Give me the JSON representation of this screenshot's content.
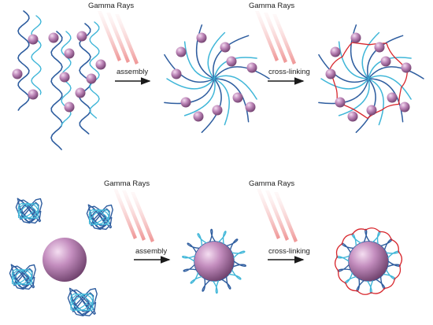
{
  "figure": {
    "top_row": {
      "gamma_label_1": "Gamma Rays",
      "gamma_label_2": "Gamma Rays",
      "step_1": "assembly",
      "step_2": "cross-linking"
    },
    "bottom_row": {
      "gamma_label_1": "Gamma Rays",
      "gamma_label_2": "Gamma Rays",
      "step_1": "assembly",
      "step_2": "cross-linking"
    }
  },
  "colors": {
    "polymer_dark": "#2e5d9f",
    "polymer_light": "#3fb6d8",
    "crosslink": "#d8262c",
    "sphere": "#b77bb0",
    "ray": "#f2a7a7",
    "arrow": "#1a1a1a"
  }
}
